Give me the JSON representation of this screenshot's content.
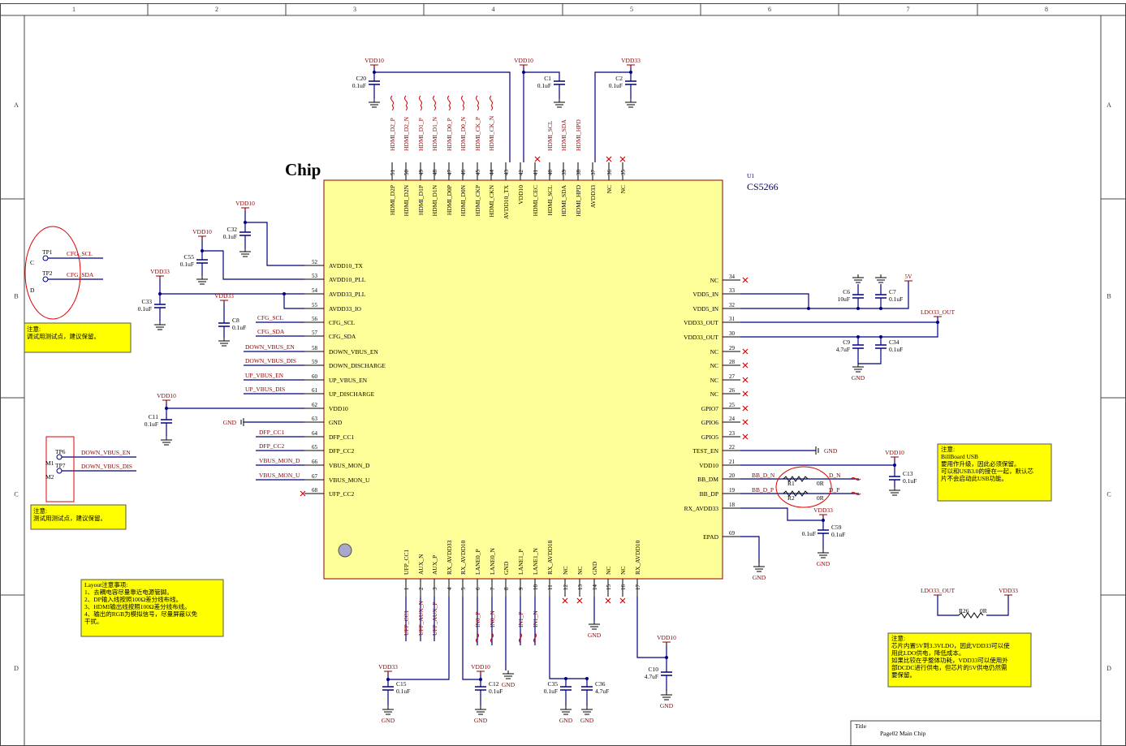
{
  "title": "Chip",
  "ic": {
    "ref": "U1",
    "part": "CS5266",
    "left_pins": [
      {
        "num": "52",
        "name": "AVDD10_TX"
      },
      {
        "num": "53",
        "name": "AVDD10_PLL"
      },
      {
        "num": "54",
        "name": "AVDD33_PLL"
      },
      {
        "num": "55",
        "name": "AVDD33_IO"
      },
      {
        "num": "56",
        "name": "CFG_SCL"
      },
      {
        "num": "57",
        "name": "CFG_SDA"
      },
      {
        "num": "58",
        "name": "DOWN_VBUS_EN"
      },
      {
        "num": "59",
        "name": "DOWN_DISCHARGE"
      },
      {
        "num": "60",
        "name": "UP_VBUS_EN"
      },
      {
        "num": "61",
        "name": "UP_DISCHARGE"
      },
      {
        "num": "62",
        "name": "VDD10"
      },
      {
        "num": "63",
        "name": "GND"
      },
      {
        "num": "64",
        "name": "DFP_CC1"
      },
      {
        "num": "65",
        "name": "DFP_CC2"
      },
      {
        "num": "66",
        "name": "VBUS_MON_D"
      },
      {
        "num": "67",
        "name": "VBUS_MON_U"
      },
      {
        "num": "68",
        "name": "UFP_CC2"
      }
    ],
    "right_pins": [
      {
        "num": "34",
        "name": "NC"
      },
      {
        "num": "33",
        "name": "VDD5_IN"
      },
      {
        "num": "32",
        "name": "VDD5_IN"
      },
      {
        "num": "31",
        "name": "VDD33_OUT"
      },
      {
        "num": "30",
        "name": "VDD33_OUT"
      },
      {
        "num": "29",
        "name": "NC"
      },
      {
        "num": "28",
        "name": "NC"
      },
      {
        "num": "27",
        "name": "NC"
      },
      {
        "num": "26",
        "name": "NC"
      },
      {
        "num": "25",
        "name": "GPIO7"
      },
      {
        "num": "24",
        "name": "GPIO6"
      },
      {
        "num": "23",
        "name": "GPIO5"
      },
      {
        "num": "22",
        "name": "TEST_EN"
      },
      {
        "num": "21",
        "name": "VDD10"
      },
      {
        "num": "20",
        "name": "BB_DM"
      },
      {
        "num": "19",
        "name": "BB_DP"
      },
      {
        "num": "18",
        "name": "RX_AVDD33"
      },
      {
        "num": "69",
        "name": "EPAD"
      }
    ],
    "top_pins": [
      {
        "num": "51",
        "name": "HDMI_D2P"
      },
      {
        "num": "50",
        "name": "HDMI_D2N"
      },
      {
        "num": "49",
        "name": "HDMI_D1P"
      },
      {
        "num": "48",
        "name": "HDMI_D1N"
      },
      {
        "num": "47",
        "name": "HDMI_D0P"
      },
      {
        "num": "46",
        "name": "HDMI_D0N"
      },
      {
        "num": "45",
        "name": "HDMI_CKP"
      },
      {
        "num": "44",
        "name": "HDMI_CKN"
      },
      {
        "num": "43",
        "name": "AVDD10_TX"
      },
      {
        "num": "42",
        "name": "VDD10"
      },
      {
        "num": "41",
        "name": "HDMI_CEC"
      },
      {
        "num": "40",
        "name": "HDMI_SCL"
      },
      {
        "num": "39",
        "name": "HDMI_SDA"
      },
      {
        "num": "38",
        "name": "HDMI_HPD"
      },
      {
        "num": "37",
        "name": "AVDD33"
      },
      {
        "num": "36",
        "name": "NC"
      },
      {
        "num": "35",
        "name": "NC"
      }
    ],
    "bottom_pins": [
      {
        "num": "1",
        "name": "UFP_CC1"
      },
      {
        "num": "2",
        "name": "AUX_N"
      },
      {
        "num": "3",
        "name": "AUX_P"
      },
      {
        "num": "4",
        "name": "RX_AVDD33"
      },
      {
        "num": "5",
        "name": "RX_AVDD10"
      },
      {
        "num": "6",
        "name": "LANE0_P"
      },
      {
        "num": "7",
        "name": "LANE0_N"
      },
      {
        "num": "8",
        "name": "GND"
      },
      {
        "num": "9",
        "name": "LANE1_P"
      },
      {
        "num": "10",
        "name": "LANE1_N"
      },
      {
        "num": "11",
        "name": "RX_AVDD18"
      },
      {
        "num": "12",
        "name": "NC"
      },
      {
        "num": "13",
        "name": "NC"
      },
      {
        "num": "14",
        "name": "GND"
      },
      {
        "num": "15",
        "name": "NC"
      },
      {
        "num": "16",
        "name": "NC"
      },
      {
        "num": "17",
        "name": "RX_AVDD10"
      }
    ]
  },
  "top_nets": [
    "HDMI_D2_P",
    "HDMI_D2_N",
    "HDMI_D1_P",
    "HDMI_D1_N",
    "HDMI_D0_P",
    "HDMI_D0_N",
    "HDMI_CK_P",
    "HDMI_CK_N",
    "",
    "",
    "",
    "HDMI_SCL",
    "HDMI_SDA",
    "HDMI_HPD"
  ],
  "left_nets": {
    "cfg_scl": "CFG_SCL",
    "cfg_sda": "CFG_SDA",
    "down_vbus_en": "DOWN_VBUS_EN",
    "down_vbus_dis": "DOWN_VBUS_DIS",
    "up_vbus_en": "UP_VBUS_EN",
    "up_vbus_dis": "UP_VBUS_DIS",
    "dfp_cc1": "DFP_CC1",
    "dfp_cc2": "DFP_CC2",
    "vbus_mon_d": "VBUS_MON_D",
    "vbus_mon_u": "VBUS_MON_U"
  },
  "bottom_nets": {
    "ufp_cc1": "UFP_CC1",
    "ufp_aux_n": "UFP_AUX_N",
    "ufp_aux_p": "UFP_AUX_P",
    "in0_p": "IN0_P",
    "in0_n": "IN0_N",
    "in1_p": "IN1_P",
    "in1_n": "IN1_N"
  },
  "power": {
    "vdd10": "VDD10",
    "vdd33": "VDD33",
    "gnd": "GND",
    "v5": "5V",
    "ldo33_out": "LDO33_OUT"
  },
  "caps": [
    {
      "ref": "C20",
      "val": "0.1uF"
    },
    {
      "ref": "C1",
      "val": "0.1uF"
    },
    {
      "ref": "C2",
      "val": "0.1uF"
    },
    {
      "ref": "C32",
      "val": "0.1uF"
    },
    {
      "ref": "C55",
      "val": "0.1uF"
    },
    {
      "ref": "C33",
      "val": "0.1uF"
    },
    {
      "ref": "C8",
      "val": "0.1uF"
    },
    {
      "ref": "C11",
      "val": "0.1uF"
    },
    {
      "ref": "C6",
      "val": "10uF"
    },
    {
      "ref": "C7",
      "val": "0.1uF"
    },
    {
      "ref": "C9",
      "val": "4.7uF"
    },
    {
      "ref": "C34",
      "val": "0.1uF"
    },
    {
      "ref": "C13",
      "val": "0.1uF"
    },
    {
      "ref": "C59",
      "val": "0.1uF"
    },
    {
      "ref": "C15",
      "val": "0.1uF"
    },
    {
      "ref": "C12",
      "val": "0.1uF"
    },
    {
      "ref": "C35",
      "val": "0.1uF"
    },
    {
      "ref": "C36",
      "val": "4.7uF"
    },
    {
      "ref": "C10",
      "val": "4.7uF"
    }
  ],
  "resistors": [
    {
      "ref": "R1",
      "val": "0R"
    },
    {
      "ref": "R2",
      "val": "0R"
    },
    {
      "ref": "R26",
      "val": "0R"
    }
  ],
  "bb_nets": {
    "dn": "BB_D_N",
    "dp": "BB_D_P",
    "d_n": "D_N",
    "d_p": "D_P"
  },
  "test_points": {
    "tp1": "TP1",
    "tp2": "TP2",
    "tp6": "TP6",
    "tp7": "TP7",
    "c": "C",
    "d": "D",
    "m1": "M1",
    "m2": "M2"
  },
  "notes": {
    "n1_title": "注意:",
    "n1_body": "调试用测试点，建议保留。",
    "n2_title": "注意:",
    "n2_body": "测试用测试点，建议保留。",
    "layout_title": "Layout注意事项:",
    "layout_lines": [
      "1、去耦电容尽量靠近电源管脚。",
      "2、DP输入线按照100Ω差分线布线。",
      "3、HDMI输出线按照100Ω差分线布线。",
      "4、输出的RGB为模拟信号，尽量屏蔽以免",
      "干扰。"
    ],
    "bb_title": "注意:",
    "bb_lines": [
      "BillBoard USB",
      "要用作升级，因此必须保留。",
      "可以和USB3.0的接在一起，默认芯",
      "片不会启动此USB功能。"
    ],
    "ldo_title": "注意:",
    "ldo_lines": [
      "芯片内置5V到3.3VLDO，因此VDD33可以使",
      "用此LDO供电，降低成本。",
      "如果比较在乎整体功耗，VDD33可以使用外",
      "部DCDC进行供电，但芯片的5V供电仍然需",
      "要保留。"
    ]
  },
  "border": {
    "cols": [
      "1",
      "2",
      "3",
      "4",
      "5",
      "6",
      "7",
      "8"
    ],
    "rows": [
      "A",
      "B",
      "C",
      "D"
    ]
  },
  "title_block": {
    "label": "Title",
    "value": "Page02 Main Chip"
  }
}
